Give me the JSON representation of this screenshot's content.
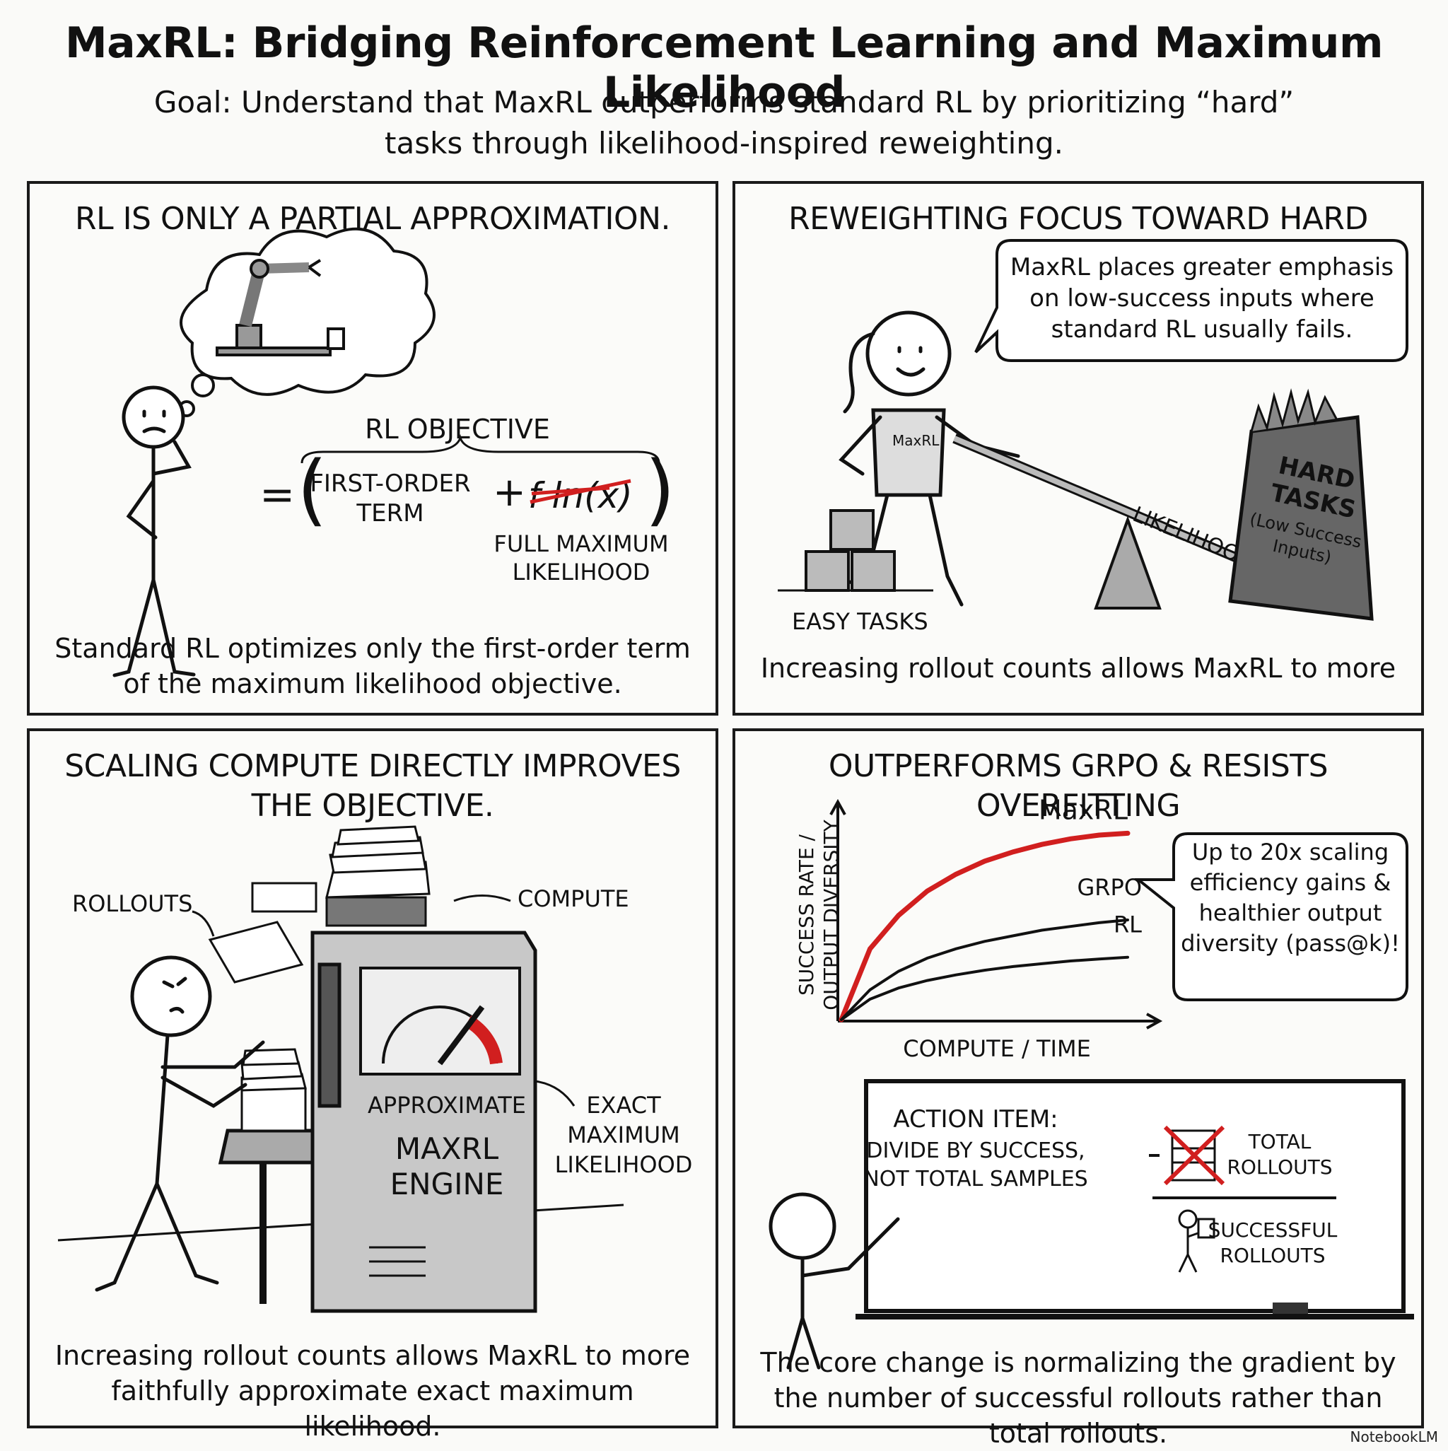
{
  "header": {
    "title": "MaxRL: Bridging Reinforcement Learning and Maximum Likelihood",
    "subtitle": "Goal: Understand that MaxRL outperforms standard RL by prioritizing “hard” tasks through likelihood-inspired reweighting."
  },
  "panel1": {
    "title": "RL IS ONLY A PARTIAL APPROXIMATION.",
    "objective_label": "RL OBJECTIVE",
    "first_order": "FIRST-ORDER TERM",
    "crossed_term": "f ln(x)",
    "full_ml": "FULL MAXIMUM LIKELIHOOD",
    "caption": "Standard RL optimizes only the first-order term of the maximum likelihood objective."
  },
  "panel2": {
    "title": "REWEIGHTING FOCUS TOWARD HARD TASKS.",
    "bubble": "MaxRL places greater emphasis on low-success inputs where standard RL usually fails.",
    "shirt": "MaxRL",
    "lever": "LIKELIHOOD",
    "hard_tasks": "HARD TASKS",
    "hard_sub": "(Low Success Inputs)",
    "easy_tasks": "EASY TASKS",
    "caption": "Increasing rollout counts allows MaxRL to more"
  },
  "panel3": {
    "title": "SCALING COMPUTE DIRECTLY IMPROVES THE OBJECTIVE.",
    "rollouts": "ROLLOUTS",
    "compute": "COMPUTE",
    "approx": "APPROXIMATE",
    "engine": "MAXRL ENGINE",
    "exact": "EXACT MAXIMUM LIKELIHOOD",
    "caption": "Increasing rollout counts allows MaxRL to more faithfully approximate exact maximum likelihood."
  },
  "panel4": {
    "title": "OUTPERFORMS GRPO & RESISTS OVERFITTING",
    "bubble": "Up to 20x scaling efficiency gains & healthier output diversity (pass@k)!",
    "action_title": "ACTION ITEM:",
    "action_body": "DIVIDE BY SUCCESS, NOT TOTAL SAMPLES",
    "total_rollouts": "TOTAL ROLLOUTS",
    "successful_rollouts": "SUCCESSFUL ROLLOUTS",
    "caption": "The core change is normalizing the gradient by the number of successful rollouts rather than total rollouts."
  },
  "chart_data": {
    "type": "line",
    "xlabel": "COMPUTE / TIME",
    "ylabel": "SUCCESS RATE / OUTPUT DIVERSITY",
    "x": [
      0,
      1,
      2,
      3,
      4,
      5,
      6,
      7,
      8,
      9,
      10
    ],
    "series": [
      {
        "name": "MaxRL",
        "values": [
          0,
          3.8,
          5.6,
          6.9,
          7.8,
          8.5,
          9.0,
          9.4,
          9.7,
          9.9,
          10.0
        ],
        "color": "#d11f1f"
      },
      {
        "name": "GRPO",
        "values": [
          0,
          1.6,
          2.6,
          3.3,
          3.8,
          4.2,
          4.5,
          4.8,
          5.0,
          5.2,
          5.35
        ],
        "color": "#111111"
      },
      {
        "name": "RL",
        "values": [
          0,
          1.1,
          1.7,
          2.1,
          2.4,
          2.65,
          2.85,
          3.0,
          3.15,
          3.25,
          3.35
        ],
        "color": "#111111"
      }
    ],
    "ylim": [
      0,
      11
    ]
  },
  "footer": {
    "brand": "NotebookLM"
  },
  "colors": {
    "accent_red": "#d11f1f",
    "ink": "#111111",
    "panel_bg": "#fbfbf9"
  }
}
